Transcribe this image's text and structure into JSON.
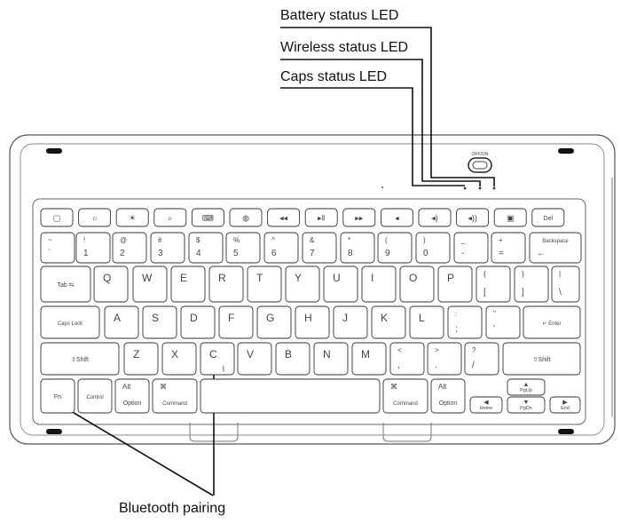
{
  "callouts": {
    "battery_led": "Battery status LED",
    "wireless_led": "Wireless status LED",
    "caps_led": "Caps status LED",
    "bluetooth_pairing": "Bluetooth pairing"
  },
  "power_switch": {
    "label": "OFF/ON"
  },
  "keyboard": {
    "row0": [
      {
        "top": "",
        "bottom": "",
        "icon": "square-icon"
      },
      {
        "top": "",
        "bottom": "",
        "icon": "brightness-down-icon"
      },
      {
        "top": "",
        "bottom": "",
        "icon": "brightness-up-icon"
      },
      {
        "top": "",
        "bottom": "",
        "icon": "search-icon"
      },
      {
        "top": "",
        "bottom": "",
        "icon": "keyboard-icon"
      },
      {
        "top": "",
        "bottom": "",
        "icon": "globe-icon"
      },
      {
        "top": "",
        "bottom": "",
        "icon": "rewind-icon"
      },
      {
        "top": "",
        "bottom": "",
        "icon": "play-pause-icon"
      },
      {
        "top": "",
        "bottom": "",
        "icon": "fast-forward-icon"
      },
      {
        "top": "",
        "bottom": "",
        "icon": "mute-icon"
      },
      {
        "top": "",
        "bottom": "",
        "icon": "volume-down-icon"
      },
      {
        "top": "",
        "bottom": "",
        "icon": "volume-up-icon"
      },
      {
        "top": "",
        "bottom": "",
        "icon": "lock-icon"
      },
      {
        "top": "",
        "bottom": "Del",
        "icon": ""
      }
    ],
    "row1": [
      {
        "top": "~",
        "bottom": "`"
      },
      {
        "top": "!",
        "bottom": "1"
      },
      {
        "top": "@",
        "bottom": "2"
      },
      {
        "top": "#",
        "bottom": "3"
      },
      {
        "top": "$",
        "bottom": "4"
      },
      {
        "top": "%",
        "bottom": "5"
      },
      {
        "top": "^",
        "bottom": "6"
      },
      {
        "top": "&",
        "bottom": "7"
      },
      {
        "top": "*",
        "bottom": "8"
      },
      {
        "top": "(",
        "bottom": "9"
      },
      {
        "top": ")",
        "bottom": "0"
      },
      {
        "top": "_",
        "bottom": "-"
      },
      {
        "top": "+",
        "bottom": "="
      },
      {
        "top": "Backspace",
        "bottom": "←"
      }
    ],
    "row2": [
      {
        "top": "",
        "bottom": "Tab ⇆"
      },
      {
        "top": "",
        "bottom": "Q"
      },
      {
        "top": "",
        "bottom": "W"
      },
      {
        "top": "",
        "bottom": "E"
      },
      {
        "top": "",
        "bottom": "R"
      },
      {
        "top": "",
        "bottom": "T"
      },
      {
        "top": "",
        "bottom": "Y"
      },
      {
        "top": "",
        "bottom": "U"
      },
      {
        "top": "",
        "bottom": "I"
      },
      {
        "top": "",
        "bottom": "O"
      },
      {
        "top": "",
        "bottom": "P"
      },
      {
        "top": "{",
        "bottom": "["
      },
      {
        "top": "}",
        "bottom": "]"
      },
      {
        "top": "|",
        "bottom": "\\"
      }
    ],
    "row3": [
      {
        "top": "",
        "bottom": "Caps Lock"
      },
      {
        "top": "",
        "bottom": "A"
      },
      {
        "top": "",
        "bottom": "S"
      },
      {
        "top": "",
        "bottom": "D"
      },
      {
        "top": "",
        "bottom": "F"
      },
      {
        "top": "",
        "bottom": "G"
      },
      {
        "top": "",
        "bottom": "H"
      },
      {
        "top": "",
        "bottom": "J"
      },
      {
        "top": "",
        "bottom": "K"
      },
      {
        "top": "",
        "bottom": "L"
      },
      {
        "top": ":",
        "bottom": ";"
      },
      {
        "top": "\"",
        "bottom": "'"
      },
      {
        "top": "",
        "bottom": "↵ Enter"
      }
    ],
    "row4": [
      {
        "top": "",
        "bottom": "⇧Shift"
      },
      {
        "top": "",
        "bottom": "Z"
      },
      {
        "top": "",
        "bottom": "X"
      },
      {
        "top": "",
        "bottom": "C"
      },
      {
        "top": "",
        "bottom": "V"
      },
      {
        "top": "",
        "bottom": "B"
      },
      {
        "top": "",
        "bottom": "N"
      },
      {
        "top": "",
        "bottom": "M"
      },
      {
        "top": "<",
        "bottom": ","
      },
      {
        "top": ">",
        "bottom": "."
      },
      {
        "top": "?",
        "bottom": "/"
      },
      {
        "top": "",
        "bottom": "⇧Shift"
      }
    ],
    "row5": [
      {
        "top": "",
        "bottom": "Fn"
      },
      {
        "top": "",
        "bottom": "Control"
      },
      {
        "top": "Alt",
        "bottom": "Option"
      },
      {
        "top": "⌘",
        "bottom": "Command"
      },
      {
        "top": "",
        "bottom": ""
      },
      {
        "top": "⌘",
        "bottom": "Command"
      },
      {
        "top": "Alt",
        "bottom": "Option"
      },
      {
        "top": "◀",
        "bottom": "Home"
      },
      {
        "top": "▲",
        "bottom": "PgUp"
      },
      {
        "top": "▼",
        "bottom": "PgDn"
      },
      {
        "top": "▶",
        "bottom": "End"
      }
    ]
  }
}
